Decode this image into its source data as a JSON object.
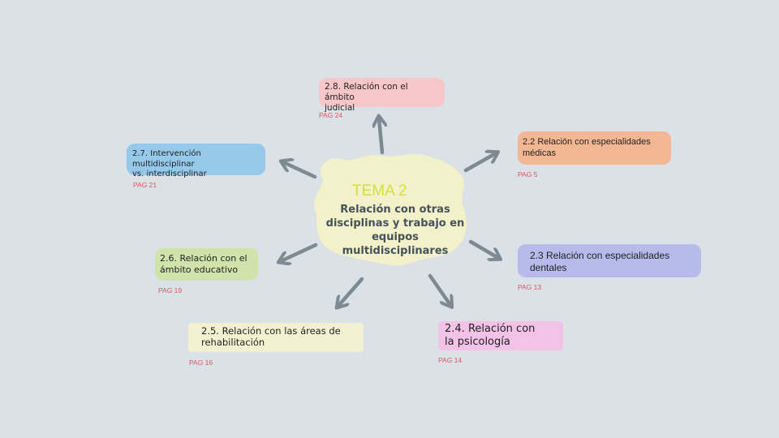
{
  "center": {
    "title": "TEMA 2",
    "subtitle_lines": [
      "Relación con otras",
      "disciplinas y trabajo en",
      "equipos multidisciplinares"
    ]
  },
  "colors": {
    "background": "#dae1e7",
    "blob": "#f3f1c9",
    "arrow": "#7d8a92",
    "tema": "#d6df3a",
    "pag": "#e2555b"
  },
  "nodes": [
    {
      "id": "2.8",
      "lines": [
        "2.8. Relación con el ámbito",
        "judicial"
      ],
      "page": "PAG 24",
      "color": "#f7c6c9"
    },
    {
      "id": "2.2",
      "lines": [
        "2.2 Relación con especialidades",
        "médicas"
      ],
      "page": "PAG 5",
      "color": "#f3b793"
    },
    {
      "id": "2.7",
      "lines": [
        "2.7. Intervención multidisciplinar",
        "vs. interdisciplinar"
      ],
      "page": "PAG 21",
      "color": "#96c9e9"
    },
    {
      "id": "2.3",
      "lines": [
        "2.3 Relación con especialidades",
        "dentales"
      ],
      "page": "PAG 13",
      "color": "#b7bbec"
    },
    {
      "id": "2.6",
      "lines": [
        "2.6. Relación con el",
        "ámbito educativo"
      ],
      "page": "PAG 19",
      "color": "#cfe3aa"
    },
    {
      "id": "2.5",
      "lines": [
        "2.5. Relación con las áreas de",
        "rehabilitación"
      ],
      "page": "PAG 16",
      "color": "#f3f1cf"
    },
    {
      "id": "2.4",
      "lines": [
        "2.4. Relación con",
        "la psicología"
      ],
      "page": "PAG 14",
      "color": "#f2c2e7"
    }
  ]
}
